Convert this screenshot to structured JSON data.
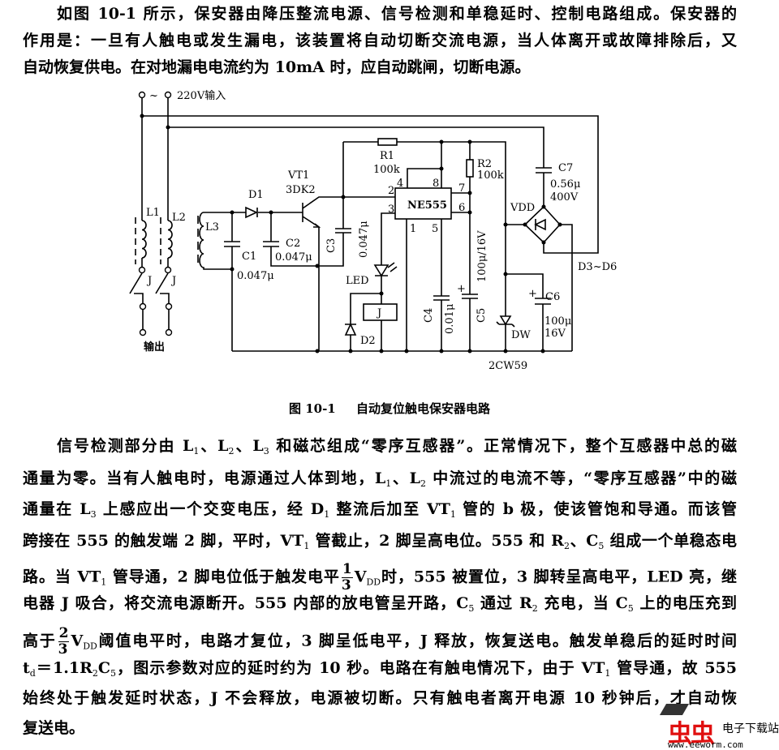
{
  "paragraph1": [
    [
      "如图 10-1 所示，保安器由降压整流电源、信号检测和单稳延时、控制电路组成。保安器的"
    ],
    [
      "作用是：一旦有人触电或发生漏电，该装置将自动切断交流电源，当人体离开或故障排除后，又"
    ],
    [
      "自动恢复供电。在对地漏电电流约为 10mA 时，应自动跳闸，切断电源。"
    ]
  ],
  "figure": {
    "input_label": "220V输入",
    "ac_symbol": "~",
    "output_label": "输出",
    "caption_number": "图 10-1",
    "caption_title": "自动复位触电保安器电路",
    "labels": {
      "L1": "L1",
      "L2": "L2",
      "L3": "L3",
      "J_left": "J",
      "J_right": "J",
      "D1": "D1",
      "VT1": "VT1",
      "VT1_model": "3DK2",
      "C1": "C1",
      "C1_value": "0.047μ",
      "C2": "C2",
      "C2_value": "0.047μ",
      "C3": "C3",
      "C3_value": "0.047μ",
      "R1": "R1",
      "R1_value": "100k",
      "R2": "R2",
      "R2_value": "100k",
      "ic": "NE555",
      "pin1": "1",
      "pin2": "2",
      "pin3": "3",
      "pin4": "4",
      "pin5": "5",
      "pin6": "6",
      "pin7": "7",
      "pin8": "8",
      "LED": "LED",
      "relay": "J",
      "D2": "D2",
      "C4": "C4",
      "C4_value": "0.01μ",
      "C5": "C5",
      "C5_value": "100μ/16V",
      "C6": "C6",
      "C6_value": "100μ",
      "C6_voltage": "16V",
      "C7": "C7",
      "C7_value": "0.56μ",
      "C7_voltage": "400V",
      "VDD": "VDD",
      "bridge": "D3~D6",
      "DW": "DW",
      "DW_model": "2CW59",
      "plus": "+"
    }
  },
  "paragraph2": [
    [
      "信号检测部分由 L",
      {
        "sub": "1"
      },
      "、L",
      {
        "sub": "2"
      },
      "、L",
      {
        "sub": "3"
      },
      " 和磁芯组成“零序互感器”。正常情况下，整个互感器中总的磁"
    ],
    [
      "通量为零。当有人触电时，电源通过人体到地，L",
      {
        "sub": "1"
      },
      "、L",
      {
        "sub": "2"
      },
      " 中流过的电流不等，“零序互感器”中的磁"
    ],
    [
      "通量在 L",
      {
        "sub": "3"
      },
      " 上感应出一个交变电压，经 D",
      {
        "sub": "1"
      },
      " 整流后加至 VT",
      {
        "sub": "1"
      },
      " 管的 b 极，使该管饱和导通。而该管"
    ],
    [
      "跨接在 555 的触发端 2 脚，平时，VT",
      {
        "sub": "1"
      },
      " 管截止，2 脚呈高电位。555 和 R",
      {
        "sub": "2"
      },
      "、C",
      {
        "sub": "5"
      },
      " 组成一个单稳态电"
    ],
    [
      "路。当 VT",
      {
        "sub": "1"
      },
      " 管导通，2 脚电位低于触发电平",
      {
        "frac": [
          "1",
          "3"
        ]
      },
      "V",
      {
        "sub": "DD"
      },
      "时，555 被置位，3 脚转呈高电平，LED 亮，继"
    ],
    [
      "电器 J 吸合，将交流电源断开。555 内部的放电管呈开路，C",
      {
        "sub": "5"
      },
      " 通过 R",
      {
        "sub": "2"
      },
      " 充电，当 C",
      {
        "sub": "5"
      },
      " 上的电压充到"
    ],
    [
      "高于",
      {
        "frac": [
          "2",
          "3"
        ]
      },
      "V",
      {
        "sub": "DD"
      },
      "阈值电平时，电路才复位，3 脚呈低电平，J 释放，恢复送电。触发单稳后的延时时间"
    ],
    [
      "t",
      {
        "sub": "d"
      },
      "＝1.1R",
      {
        "sub": "2"
      },
      "C",
      {
        "sub": "5"
      },
      "，图示参数对应的延时约为 10 秒。电路在有触电情况下，由于 VT",
      {
        "sub": "1"
      },
      " 管导通，故 555"
    ],
    [
      "始终处于触发延时状态，J 不会释放，电源被切断。只有触电者离开电源 10 秒钟后，才自动恢"
    ],
    [
      "复送电。"
    ]
  ],
  "watermark": {
    "brand": "虫虫",
    "site_name": "电子下载站",
    "url": "www.eeworm.com"
  }
}
